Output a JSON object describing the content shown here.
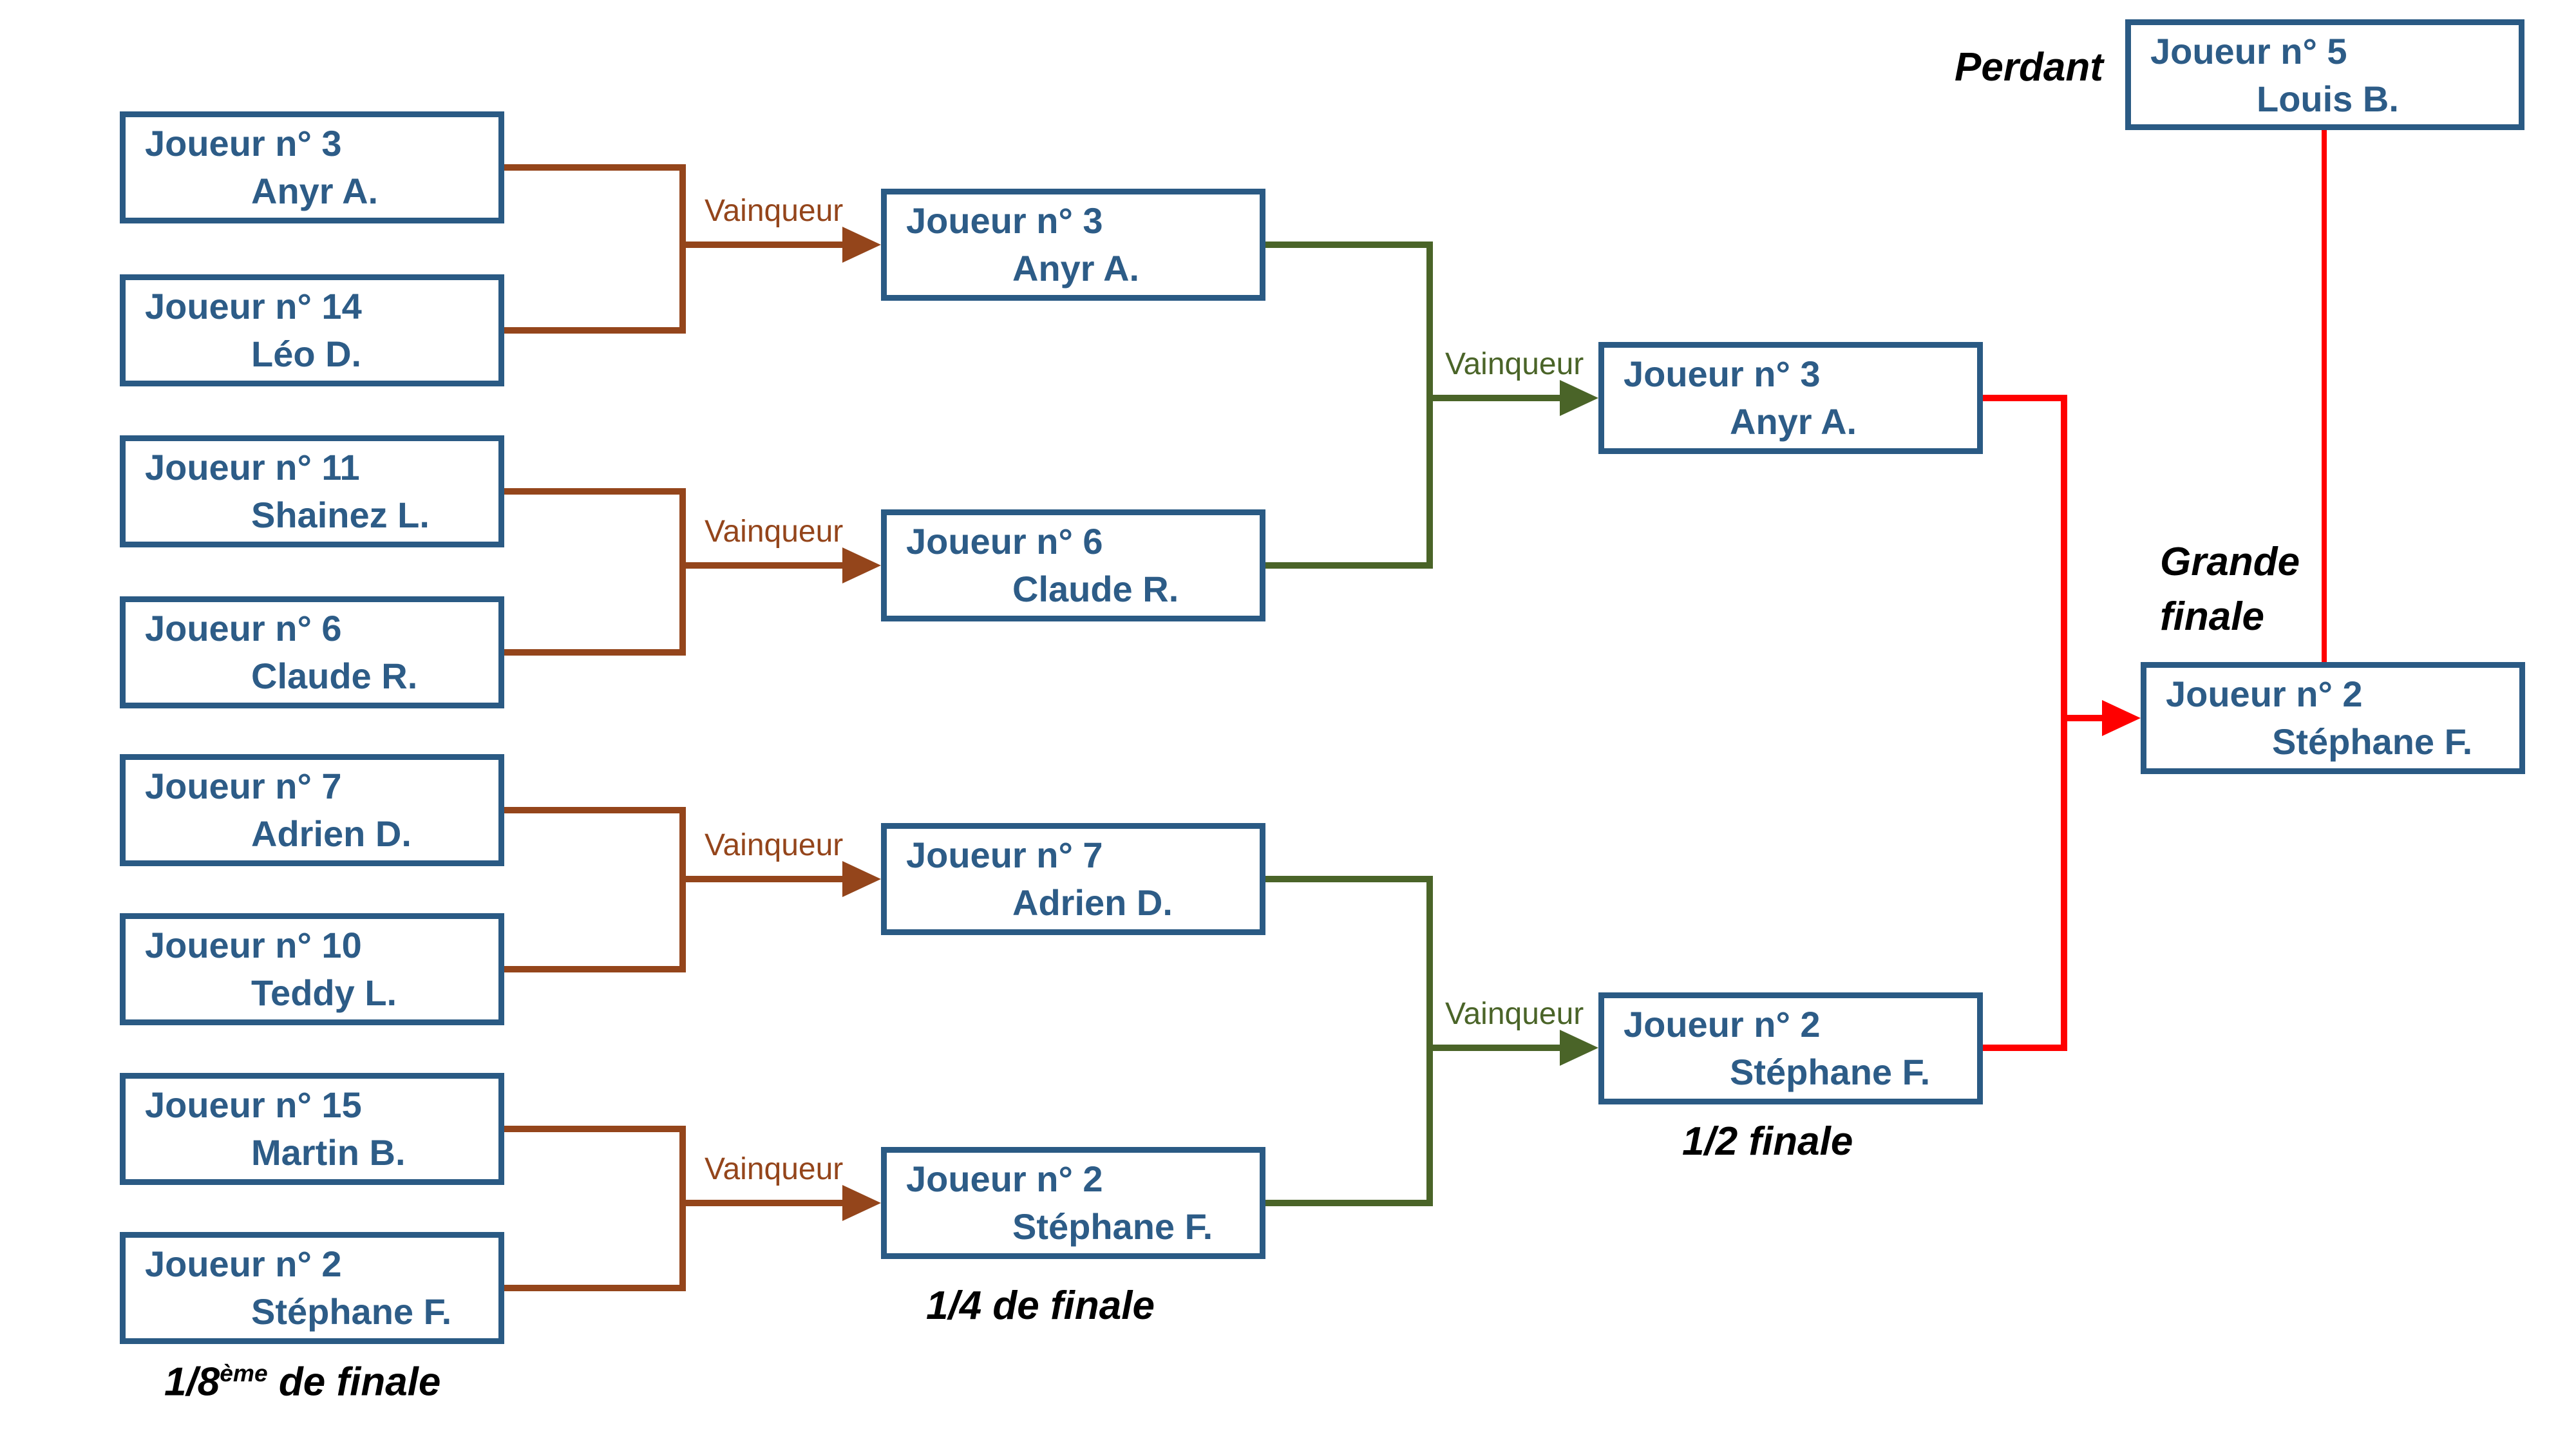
{
  "colors": {
    "background": "#ffffff",
    "box_border": "#2a5a84",
    "box_text": "#2d5c87",
    "huitieme_connector": "#94451b",
    "quart_connector": "#4a6428",
    "finale_connector": "#ff0000",
    "label_black": "#000000"
  },
  "labels": {
    "vainqueur": "Vainqueur",
    "perdant": "Perdant",
    "grande_finale_line1": "Grande",
    "grande_finale_line2": "finale",
    "huitieme_base": "1/8",
    "huitieme_sup": "ème",
    "huitieme_rest": " de finale",
    "quart": "1/4 de finale",
    "demi": "1/2 finale"
  },
  "bracket": {
    "huitiemes": [
      {
        "num": "Joueur n° 3",
        "name": "Anyr A."
      },
      {
        "num": "Joueur n° 14",
        "name": "Léo D."
      },
      {
        "num": "Joueur n° 11",
        "name": "Shainez L."
      },
      {
        "num": "Joueur n° 6",
        "name": "Claude R."
      },
      {
        "num": "Joueur n° 7",
        "name": "Adrien D."
      },
      {
        "num": "Joueur n° 10",
        "name": "Teddy L."
      },
      {
        "num": "Joueur n° 15",
        "name": "Martin B."
      },
      {
        "num": "Joueur n° 2",
        "name": "Stéphane F."
      }
    ],
    "quarts": [
      {
        "num": "Joueur n° 3",
        "name": "Anyr A."
      },
      {
        "num": "Joueur n° 6",
        "name": "Claude R."
      },
      {
        "num": "Joueur n° 7",
        "name": "Adrien D."
      },
      {
        "num": "Joueur n° 2",
        "name": "Stéphane F."
      }
    ],
    "demis": [
      {
        "num": "Joueur n° 3",
        "name": "Anyr A."
      },
      {
        "num": "Joueur n° 2",
        "name": "Stéphane F."
      }
    ],
    "finale": {
      "num": "Joueur n° 2",
      "name": "Stéphane F."
    },
    "perdant": {
      "num": "Joueur n° 5",
      "name": "Louis B."
    }
  }
}
